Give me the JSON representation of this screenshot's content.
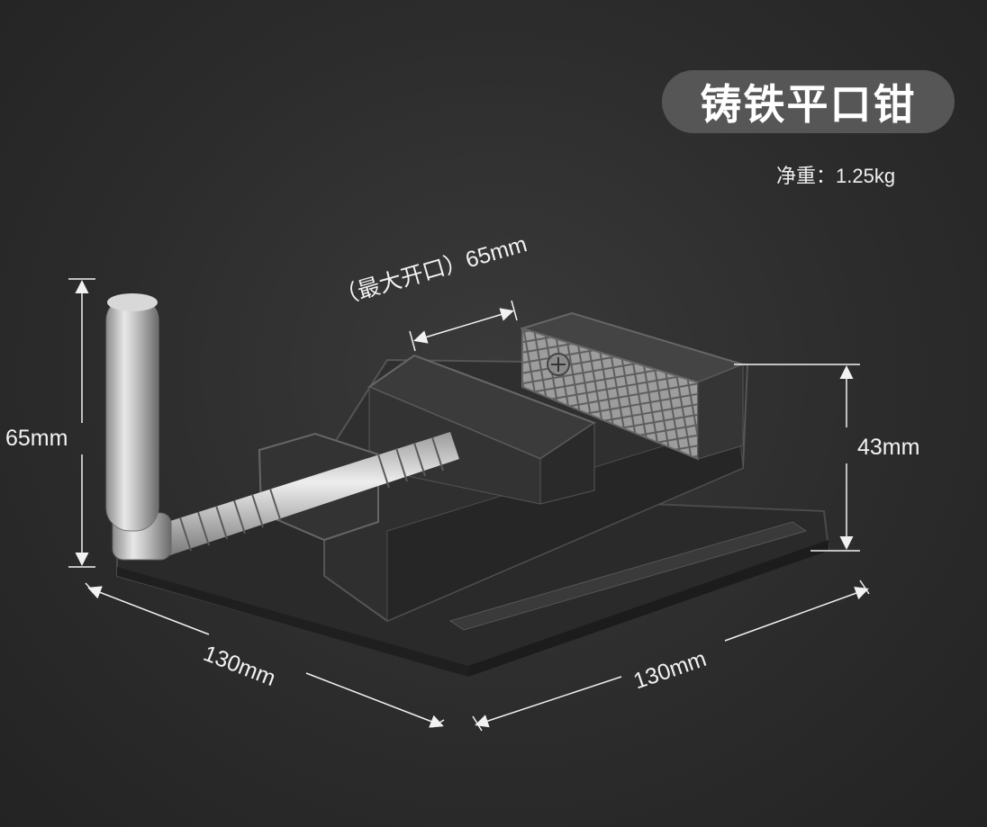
{
  "product": {
    "title": "铸铁平口钳",
    "weight_label": "净重：1.25kg"
  },
  "dimensions": {
    "handle_height": "65mm",
    "max_opening": "（最大开口）65mm",
    "jaw_height": "43mm",
    "base_width_left": "130mm",
    "base_width_right": "130mm"
  },
  "colors": {
    "background": "#2c2c2c",
    "pill": "#565656",
    "text": "#ffffff",
    "vise_body": "#2f2f2f"
  }
}
